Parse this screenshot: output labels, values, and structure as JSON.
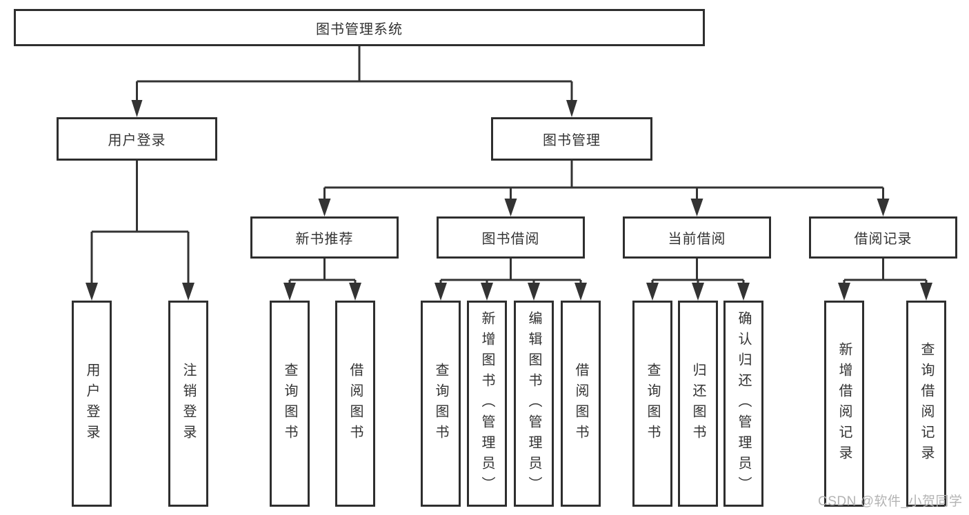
{
  "diagram": {
    "tree": {
      "label": "图书管理系统",
      "children": [
        {
          "label": "用户登录",
          "children": [
            {
              "label": "用户登录"
            },
            {
              "label": "注销登录"
            }
          ]
        },
        {
          "label": "图书管理",
          "children": [
            {
              "label": "新书推荐",
              "children": [
                {
                  "label": "查询图书"
                },
                {
                  "label": "借阅图书"
                }
              ]
            },
            {
              "label": "图书借阅",
              "children": [
                {
                  "label": "查询图书"
                },
                {
                  "label": "新增图书（管理员）"
                },
                {
                  "label": "编辑图书（管理员）"
                },
                {
                  "label": "借阅图书"
                }
              ]
            },
            {
              "label": "当前借阅",
              "children": [
                {
                  "label": "查询图书"
                },
                {
                  "label": "归还图书"
                },
                {
                  "label": "确认归还（管理员）"
                }
              ]
            },
            {
              "label": "借阅记录",
              "children": [
                {
                  "label": "新增借阅记录"
                },
                {
                  "label": "查询借阅记录"
                }
              ]
            }
          ]
        }
      ]
    },
    "colors": {
      "line": "#333333",
      "box_border": "#2e2e2e",
      "text": "#333333",
      "background": "#ffffff",
      "watermark": "#b3b3b3"
    }
  },
  "watermark": {
    "text": "CSDN @软件_小贺同学"
  }
}
